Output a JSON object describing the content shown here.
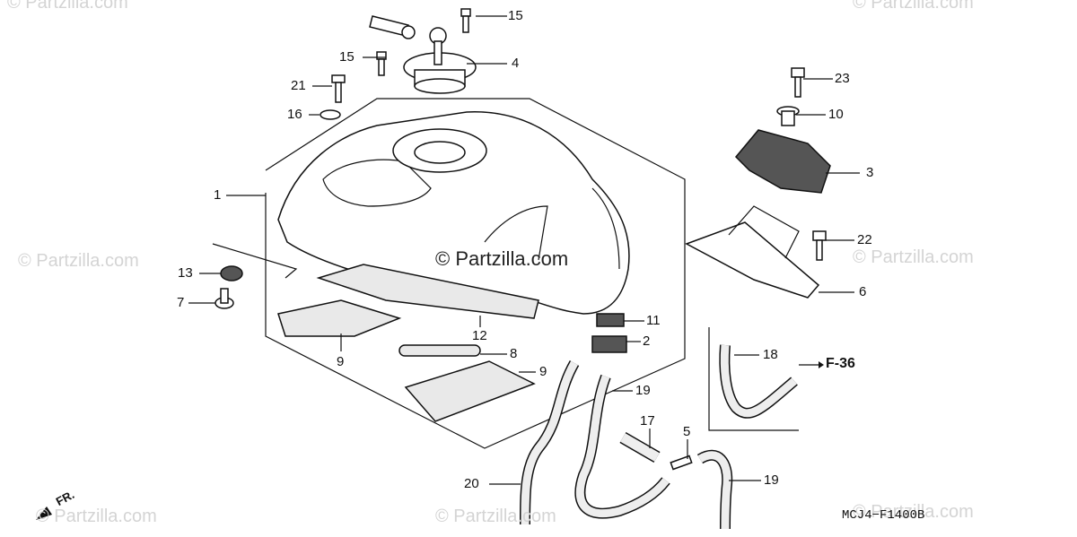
{
  "watermarks": {
    "top_left": "© Partzilla.com",
    "top_right": "© Partzilla.com",
    "mid_left": "© Partzilla.com",
    "mid_right": "© Partzilla.com",
    "bottom_left": "© Partzilla.com",
    "bottom_center": "© Partzilla.com",
    "bottom_right": "© Partzilla.com",
    "center": "© Partzilla.com"
  },
  "callouts": {
    "c1": "1",
    "c2": "2",
    "c3": "3",
    "c4": "4",
    "c5": "5",
    "c6": "6",
    "c7": "7",
    "c8": "8",
    "c9a": "9",
    "c9b": "9",
    "c10": "10",
    "c11": "11",
    "c12": "12",
    "c13": "13",
    "c15a": "15",
    "c15b": "15",
    "c16": "16",
    "c17": "17",
    "c18": "18",
    "c19a": "19",
    "c19b": "19",
    "c20": "20",
    "c21": "21",
    "c22": "22",
    "c23": "23"
  },
  "reference": "F-36",
  "diagram_code": "MCJ4−F1400B",
  "direction": "FR."
}
